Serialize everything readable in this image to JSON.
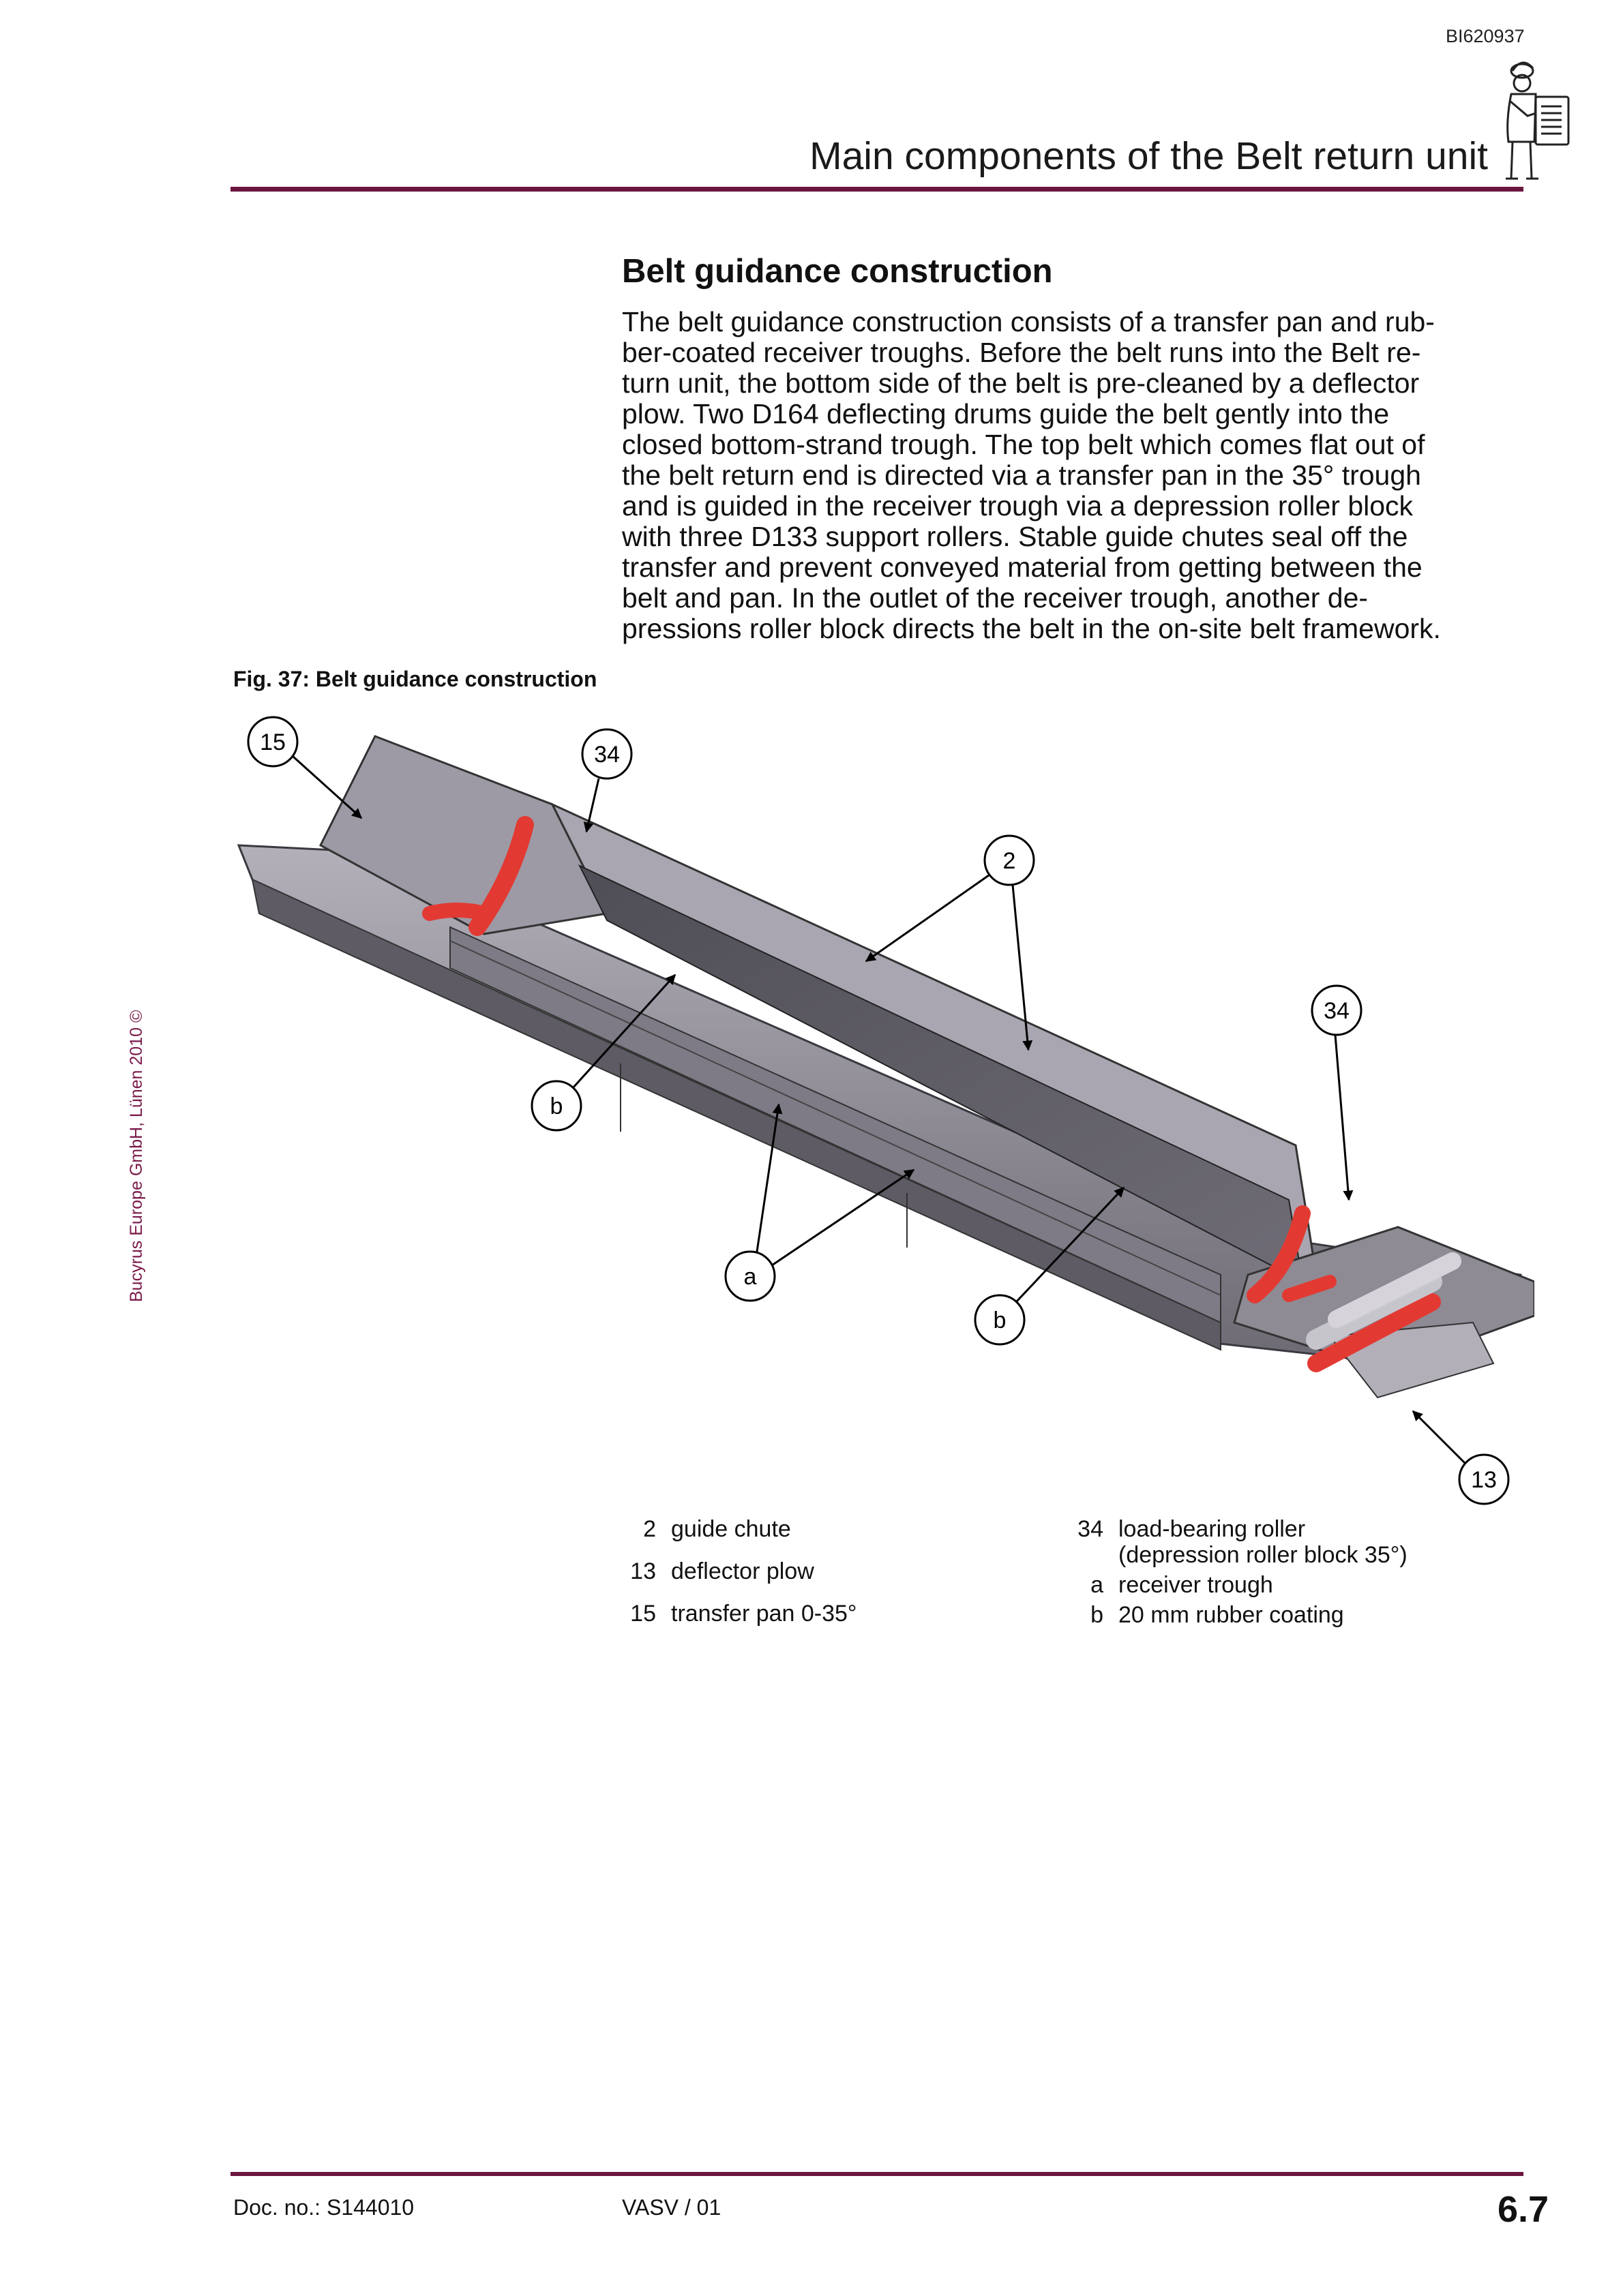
{
  "header": {
    "doc_id": "BI620937",
    "chapter_title": "Main components of the Belt return unit"
  },
  "section": {
    "title": "Belt guidance construction",
    "body_lines": [
      "The belt guidance construction consists of a transfer pan and rub-",
      "ber-coated receiver troughs. Before the belt runs into the Belt re-",
      "turn unit, the bottom side of the belt is pre-cleaned by a deflector",
      "plow. Two D164 deflecting drums guide the belt gently into the",
      "closed bottom-strand trough. The top belt which comes flat out of",
      "the belt return end is directed via a transfer pan in the 35° trough",
      "and is guided in the receiver trough via a depression roller block",
      "with three D133 support rollers. Stable guide chutes seal off the",
      "transfer and prevent conveyed material from getting between the",
      "belt and pan. In the outlet of the receiver trough, another de-",
      "pressions roller block directs the belt in the on-site belt framework."
    ]
  },
  "figure": {
    "caption": "Fig. 37:  Belt guidance construction",
    "callouts": {
      "c15": "15",
      "c34a": "34",
      "c2": "2",
      "c34b": "34",
      "cb1": "b",
      "ca": "a",
      "cb2": "b",
      "c13": "13"
    }
  },
  "legend": {
    "left": [
      {
        "num": "2",
        "text": "guide chute"
      },
      {
        "num": "13",
        "text": "deflector plow"
      },
      {
        "num": "15",
        "text": "transfer pan 0-35°"
      }
    ],
    "right": [
      {
        "num": "34",
        "text": "load-bearing roller",
        "sub": "(depression roller block 35°)"
      },
      {
        "num": "a",
        "text": "receiver trough"
      },
      {
        "num": "b",
        "text": "20 mm rubber coating"
      }
    ]
  },
  "side_copyright": "Bucyrus Europe GmbH, Lünen 2010 ©",
  "footer": {
    "doc_no": "Doc. no.: S144010",
    "version": "VASV / 01",
    "page": "6.7"
  },
  "colors": {
    "rule": "#6b1640",
    "copyright_text": "#7a1a4a",
    "roller_red": "#e23a33",
    "steel": "#8e8b94"
  }
}
